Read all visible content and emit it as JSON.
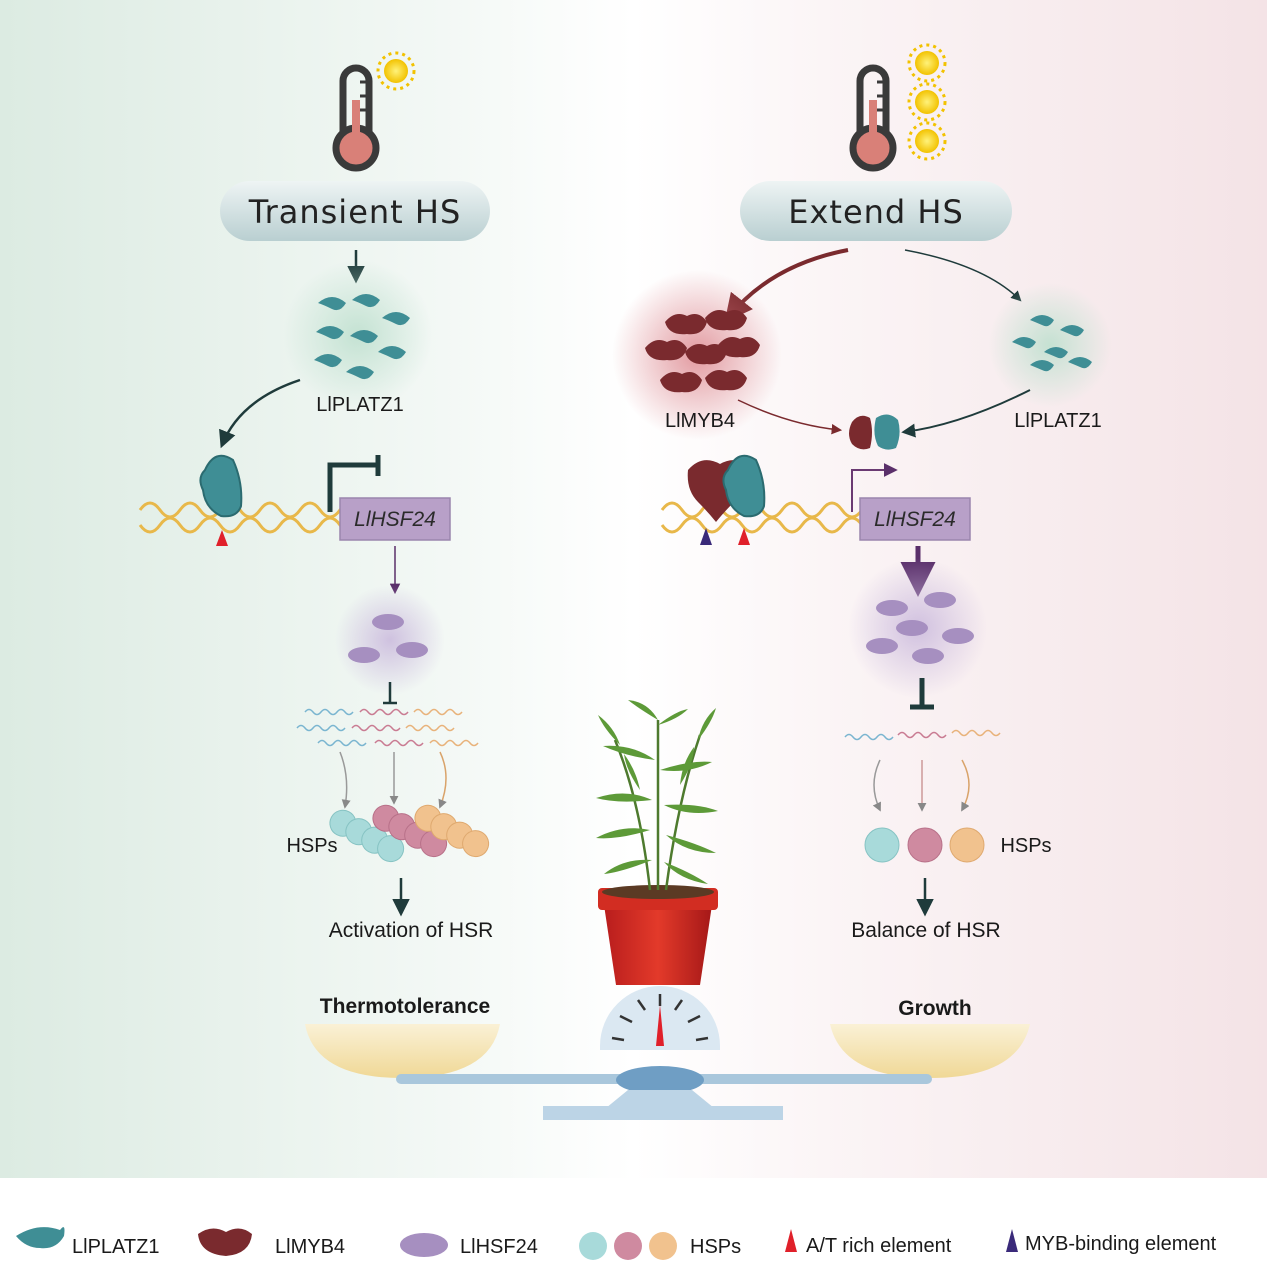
{
  "left_panel": {
    "stress_label": "Transient HS",
    "regulator_label": "LlPLATZ1",
    "gene_label": "LlHSF24",
    "hsp_label": "HSPs",
    "outcome_label": "Activation of HSR",
    "scale_label": "Thermotolerance"
  },
  "right_panel": {
    "stress_label": "Extend HS",
    "myb_label": "LlMYB4",
    "regulator_label": "LlPLATZ1",
    "gene_label": "LlHSF24",
    "hsp_label": "HSPs",
    "outcome_label": "Balance of HSR",
    "scale_label": "Growth"
  },
  "legend": {
    "platz": "LlPLATZ1",
    "myb": "LlMYB4",
    "hsf": "LlHSF24",
    "hsps": "HSPs",
    "at_element": "A/T rich element",
    "myb_element": "MYB-binding element"
  },
  "colors": {
    "platz": "#3f8e95",
    "myb": "#7a2a2e",
    "hsf": "#a68fc0",
    "at_element": "#e0202a",
    "myb_element": "#3a2a7a",
    "gene_box": "#b8a0c8",
    "dna": "#e8b84a"
  }
}
